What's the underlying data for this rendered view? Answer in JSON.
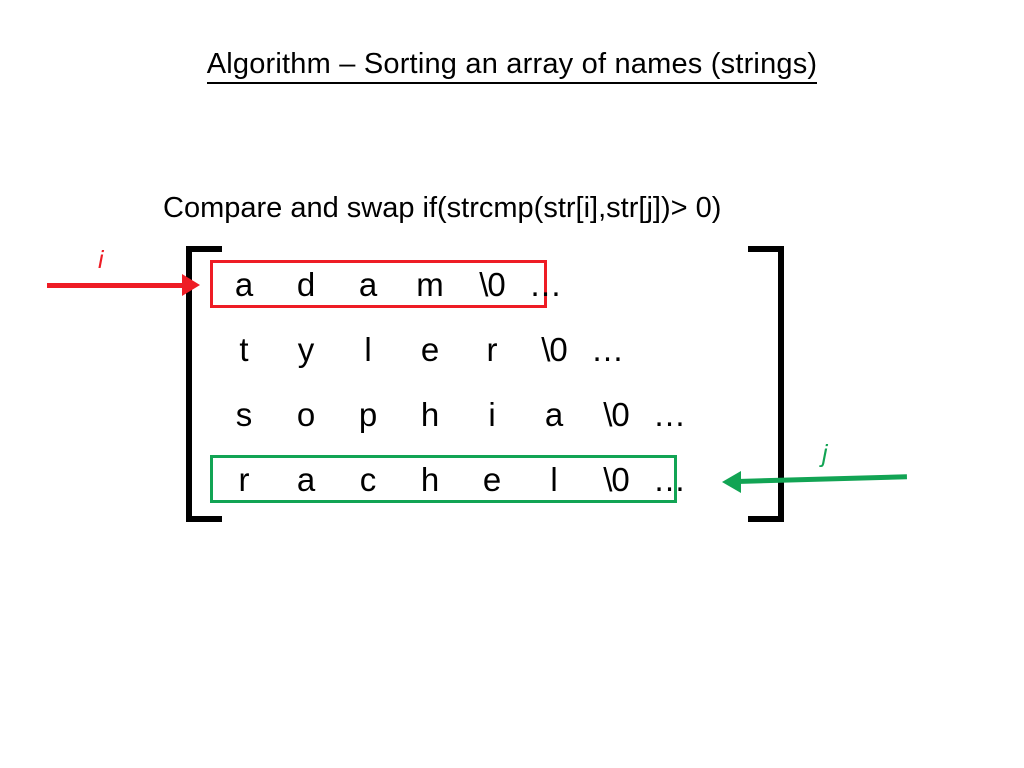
{
  "slide": {
    "title": "Algorithm – Sorting an array of names (strings)",
    "subtitle": "Compare and swap if(strcmp(str[i],str[j])> 0)"
  },
  "colors": {
    "highlight_i": "#ee1c25",
    "highlight_j": "#12a454",
    "text": "#000000",
    "background": "#ffffff"
  },
  "array": {
    "rows": [
      {
        "name": "adam",
        "cells": [
          "a",
          "d",
          "a",
          "m",
          "\\0"
        ],
        "trailing": "…",
        "highlight": "red"
      },
      {
        "name": "tyler",
        "cells": [
          "t",
          "y",
          "l",
          "e",
          "r",
          "\\0"
        ],
        "trailing": "…",
        "highlight": "none"
      },
      {
        "name": "sophia",
        "cells": [
          "s",
          "o",
          "p",
          "h",
          "i",
          "a",
          "\\0"
        ],
        "trailing": "…",
        "highlight": "none"
      },
      {
        "name": "rachel",
        "cells": [
          "r",
          "a",
          "c",
          "h",
          "e",
          "l",
          "\\0"
        ],
        "trailing": "…",
        "highlight": "green"
      }
    ]
  },
  "markers": {
    "i": {
      "label": "i",
      "color": "#ee1c25",
      "direction": "right",
      "points_to_row": 0
    },
    "j": {
      "label": "j",
      "color": "#12a454",
      "direction": "left",
      "points_to_row": 3
    }
  }
}
